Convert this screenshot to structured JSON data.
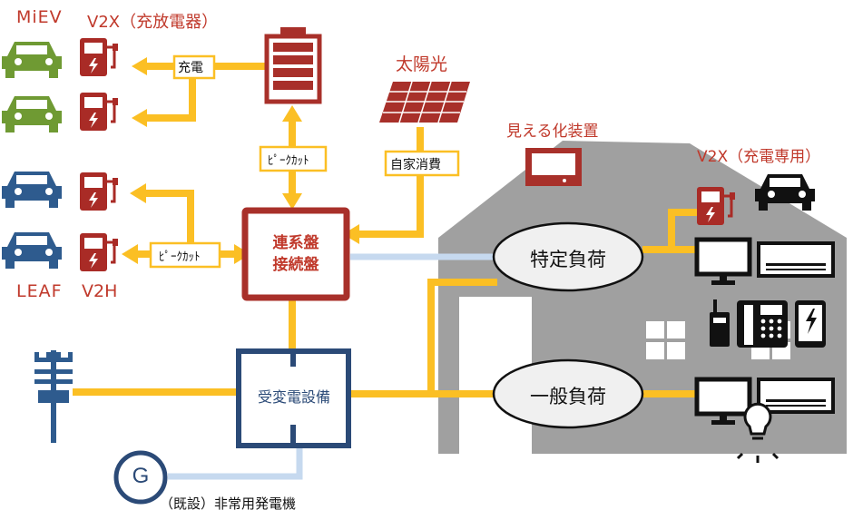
{
  "labels": {
    "miev": "MiEV",
    "v2x_charger": "V2X（充放電器）",
    "leaf": "LEAF",
    "v2h": "V2H",
    "charge": "充電",
    "peak_cut_upper": "ﾋﾟｰｸｶｯﾄ",
    "peak_cut_left": "ﾋﾟｰｸｶｯﾄ",
    "solar": "太陽光",
    "self_consumption": "自家消費",
    "monitor_device": "見える化装置",
    "v2x_charge_only": "V2X（充電専用）",
    "panel_line1": "連系盤",
    "panel_line2": "接続盤",
    "substation": "受変電設備",
    "specific_load": "特定負荷",
    "general_load": "一般負荷",
    "generator_symbol": "G",
    "generator_caption": "（既設）非常用発電機"
  },
  "colors": {
    "flow_line": "#fbbf24",
    "grid_line": "#c6d9ef",
    "ev_green": "#6f9a33",
    "ev_blue": "#2e5b8e",
    "charger_red": "#a92b26",
    "panel_red": "#a8302a",
    "navy": "#2b4a77",
    "house_gray": "#a0a0a0",
    "text_red": "#c0392b"
  }
}
